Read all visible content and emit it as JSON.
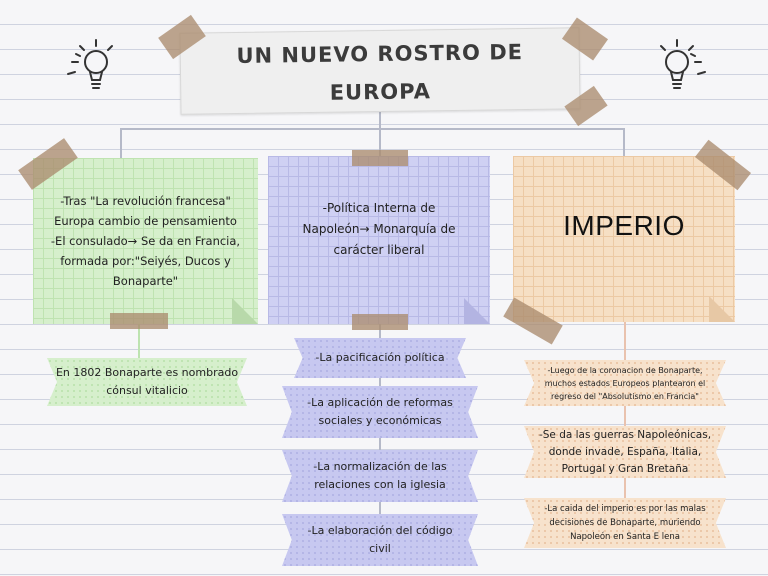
{
  "title": {
    "line1": "UN NUEVO ROSTRO DE",
    "line2": "EUROPA"
  },
  "icons": {
    "left": "lightbulb-icon",
    "right": "lightbulb-icon"
  },
  "colors": {
    "green_note": "#d6efcc",
    "purple_note": "#cfd0f3",
    "peach_note": "#f6dfc4",
    "tape": "#a88c6e",
    "connector": "#b5b9c8"
  },
  "left_note": {
    "lines": [
      "-Tras \"La revolución francesa\"",
      "Europa cambio de pensamiento",
      "-El consulado→ Se da en Francia,",
      "formada por:\"Seiyés, Ducos y",
      "Bonaparte\""
    ]
  },
  "left_ribbon": {
    "lines": [
      "En 1802 Bonaparte es nombrado",
      "cónsul vitalicio"
    ]
  },
  "center_note": {
    "lines": [
      "-Política Interna  de",
      "Napoleón→ Monarquía de",
      "carácter liberal"
    ]
  },
  "center_ribbons": [
    {
      "lines": [
        "-La pacificación política"
      ]
    },
    {
      "lines": [
        "-La aplicación de reformas",
        "sociales y económicas"
      ]
    },
    {
      "lines": [
        "-La normalización de las",
        "relaciones con la iglesia"
      ]
    },
    {
      "lines": [
        "-La elaboración del código",
        "civil"
      ]
    }
  ],
  "right_note": {
    "label": "IMPERIO"
  },
  "right_ribbons": [
    {
      "lines": [
        "-Luego de la coronacion de Bonaparte,",
        "muchos estados Europeos plantearon el",
        "regreso del \"Absolutismo en Francia\""
      ]
    },
    {
      "lines": [
        "-Se da las guerras Napoleónicas,",
        "donde invade, España, Italia,",
        "Portugal y Gran Bretaña"
      ]
    },
    {
      "lines": [
        "-La caida del imperio es por las malas",
        "decisiones de Bonaparte, muriendo",
        "Napoleón en Santa E lena"
      ]
    }
  ]
}
